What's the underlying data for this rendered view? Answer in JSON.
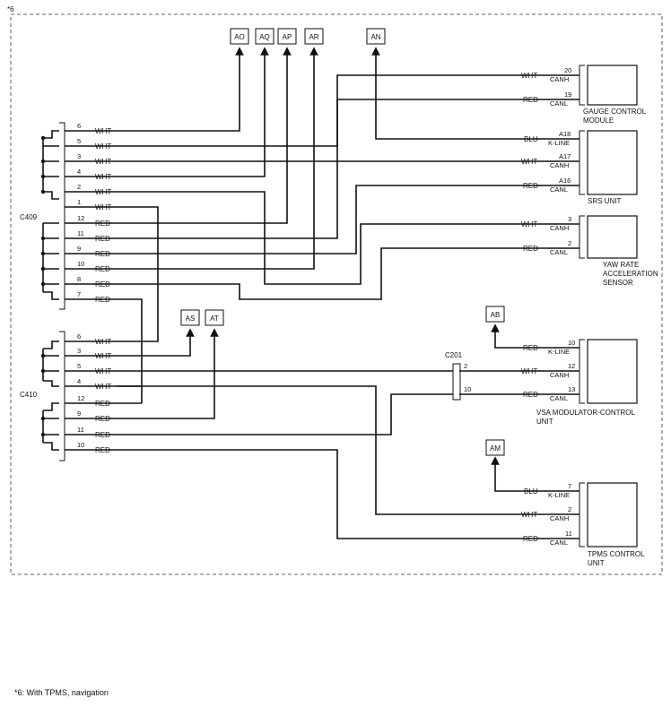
{
  "header_mark": "*6",
  "footnote": "*6: With TPMS, navigation",
  "connectors": {
    "c409": "C409",
    "c410": "C410",
    "c201": "C201"
  },
  "terminals": {
    "AO": "AO",
    "AQ": "AQ",
    "AP": "AP",
    "AR": "AR",
    "AN": "AN",
    "AS": "AS",
    "AT": "AT",
    "AB": "AB",
    "AM": "AM"
  },
  "c409_pins": [
    {
      "pin": "6",
      "color": "WHT"
    },
    {
      "pin": "5",
      "color": "WHT"
    },
    {
      "pin": "3",
      "color": "WHT"
    },
    {
      "pin": "4",
      "color": "WHT"
    },
    {
      "pin": "2",
      "color": "WHT"
    },
    {
      "pin": "1",
      "color": "WHT"
    },
    {
      "pin": "12",
      "color": "RED"
    },
    {
      "pin": "11",
      "color": "RED"
    },
    {
      "pin": "9",
      "color": "RED"
    },
    {
      "pin": "10",
      "color": "RED"
    },
    {
      "pin": "8",
      "color": "RED"
    },
    {
      "pin": "7",
      "color": "RED"
    }
  ],
  "c410_pins": [
    {
      "pin": "6",
      "color": "WHT"
    },
    {
      "pin": "3",
      "color": "WHT"
    },
    {
      "pin": "5",
      "color": "WHT"
    },
    {
      "pin": "4",
      "color": "WHT"
    },
    {
      "pin": "12",
      "color": "RED"
    },
    {
      "pin": "9",
      "color": "RED"
    },
    {
      "pin": "11",
      "color": "RED"
    },
    {
      "pin": "10",
      "color": "RED"
    }
  ],
  "c201_pins": [
    "2",
    "10"
  ],
  "modules": [
    {
      "name1": "GAUGE CONTROL",
      "name2": "MODULE",
      "lines": [
        {
          "color": "WHT",
          "pin": "20",
          "signal": "CANH"
        },
        {
          "color": "RED",
          "pin": "19",
          "signal": "CANL"
        }
      ]
    },
    {
      "name1": "SRS UNIT",
      "name2": "",
      "lines": [
        {
          "color": "BLU",
          "pin": "A18",
          "signal": "K-LINE"
        },
        {
          "color": "WHT",
          "pin": "A17",
          "signal": "CANH"
        },
        {
          "color": "RED",
          "pin": "A16",
          "signal": "CANL"
        }
      ]
    },
    {
      "name1": "YAW RATE",
      "name2": "ACCELERATION",
      "name3": "SENSOR",
      "lines": [
        {
          "color": "WHT",
          "pin": "3",
          "signal": "CANH"
        },
        {
          "color": "RED",
          "pin": "2",
          "signal": "CANL"
        }
      ]
    },
    {
      "name1": "VSA MODULATOR-CONTROL",
      "name2": "UNIT",
      "lines": [
        {
          "color": "RED",
          "pin": "10",
          "signal": "K-LINE"
        },
        {
          "color": "WHT",
          "pin": "12",
          "signal": "CANH"
        },
        {
          "color": "RED",
          "pin": "13",
          "signal": "CANL"
        }
      ]
    },
    {
      "name1": "TPMS CONTROL",
      "name2": "UNIT",
      "lines": [
        {
          "color": "BLU",
          "pin": "7",
          "signal": "K-LINE"
        },
        {
          "color": "WHT",
          "pin": "2",
          "signal": "CANH"
        },
        {
          "color": "RED",
          "pin": "11",
          "signal": "CANL"
        }
      ]
    }
  ]
}
